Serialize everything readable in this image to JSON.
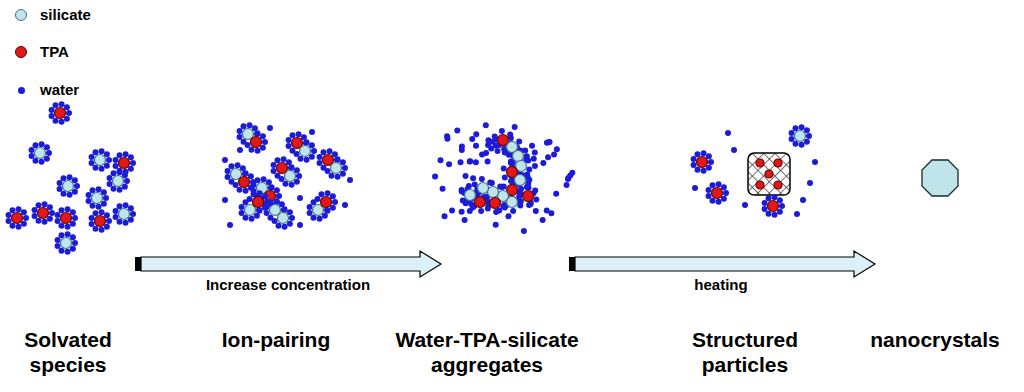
{
  "diagram": {
    "labels": [
      "Increase concentration",
      "heating",
      "Solvated species",
      "Ion-pairing",
      "Water-TPA-silicate aggregates",
      "Structured particles",
      "nanocrystals"
    ],
    "legend": [
      {
        "text": "silicate",
        "color": "#bfe4ea"
      },
      {
        "text": "TPA",
        "color": "#e01818"
      },
      {
        "text": "water",
        "color": "#1c1cd8"
      }
    ]
  }
}
